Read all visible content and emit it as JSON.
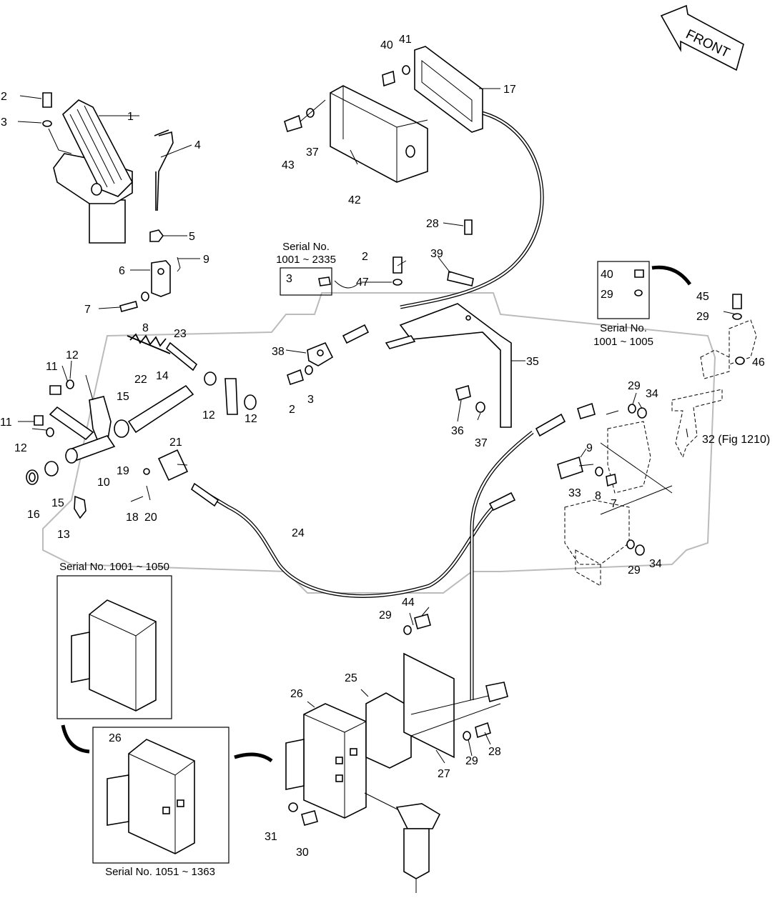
{
  "diagram": {
    "front_label": "FRONT",
    "captions": {
      "serial_a_line1": "Serial No.",
      "serial_a_line2": "1001 ~ 2335",
      "serial_b_line1": "Serial No.",
      "serial_b_line2": "1001 ~ 1005",
      "serial_c": "Serial No. 1001 ~ 1050",
      "serial_d": "Serial No. 1051 ~ 1363"
    },
    "callouts": {
      "c1": "1",
      "c2a": "2",
      "c2b": "2",
      "c2c": "2",
      "c3a": "3",
      "c3b": "3",
      "c3c": "3",
      "c4": "4",
      "c5": "5",
      "c6": "6",
      "c7a": "7",
      "c7b": "7",
      "c8a": "8",
      "c8b": "8",
      "c9a": "9",
      "c9b": "9",
      "c10": "10",
      "c11a": "11",
      "c11b": "11",
      "c12a": "12",
      "c12b": "12",
      "c12c": "12",
      "c12d": "12",
      "c13": "13",
      "c14": "14",
      "c15a": "15",
      "c15b": "15",
      "c16": "16",
      "c17": "17",
      "c18": "18",
      "c19": "19",
      "c20": "20",
      "c21": "21",
      "c22": "22",
      "c23": "23",
      "c24": "24",
      "c25": "25",
      "c26a": "26",
      "c26b": "26",
      "c27": "27",
      "c28a": "28",
      "c28b": "28",
      "c29a": "29",
      "c29b": "29",
      "c29c": "29",
      "c29d": "29",
      "c29e": "29",
      "c29f": "29",
      "c30": "30",
      "c31": "31",
      "c32": "32 (Fig 1210)",
      "c33": "33",
      "c34a": "34",
      "c34b": "34",
      "c35": "35",
      "c36": "36",
      "c37a": "37",
      "c37b": "37",
      "c38": "38",
      "c39": "39",
      "c40a": "40",
      "c40b": "40",
      "c41": "41",
      "c42": "42",
      "c43": "43",
      "c44": "44",
      "c45": "45",
      "c46": "46",
      "c47": "47"
    }
  }
}
